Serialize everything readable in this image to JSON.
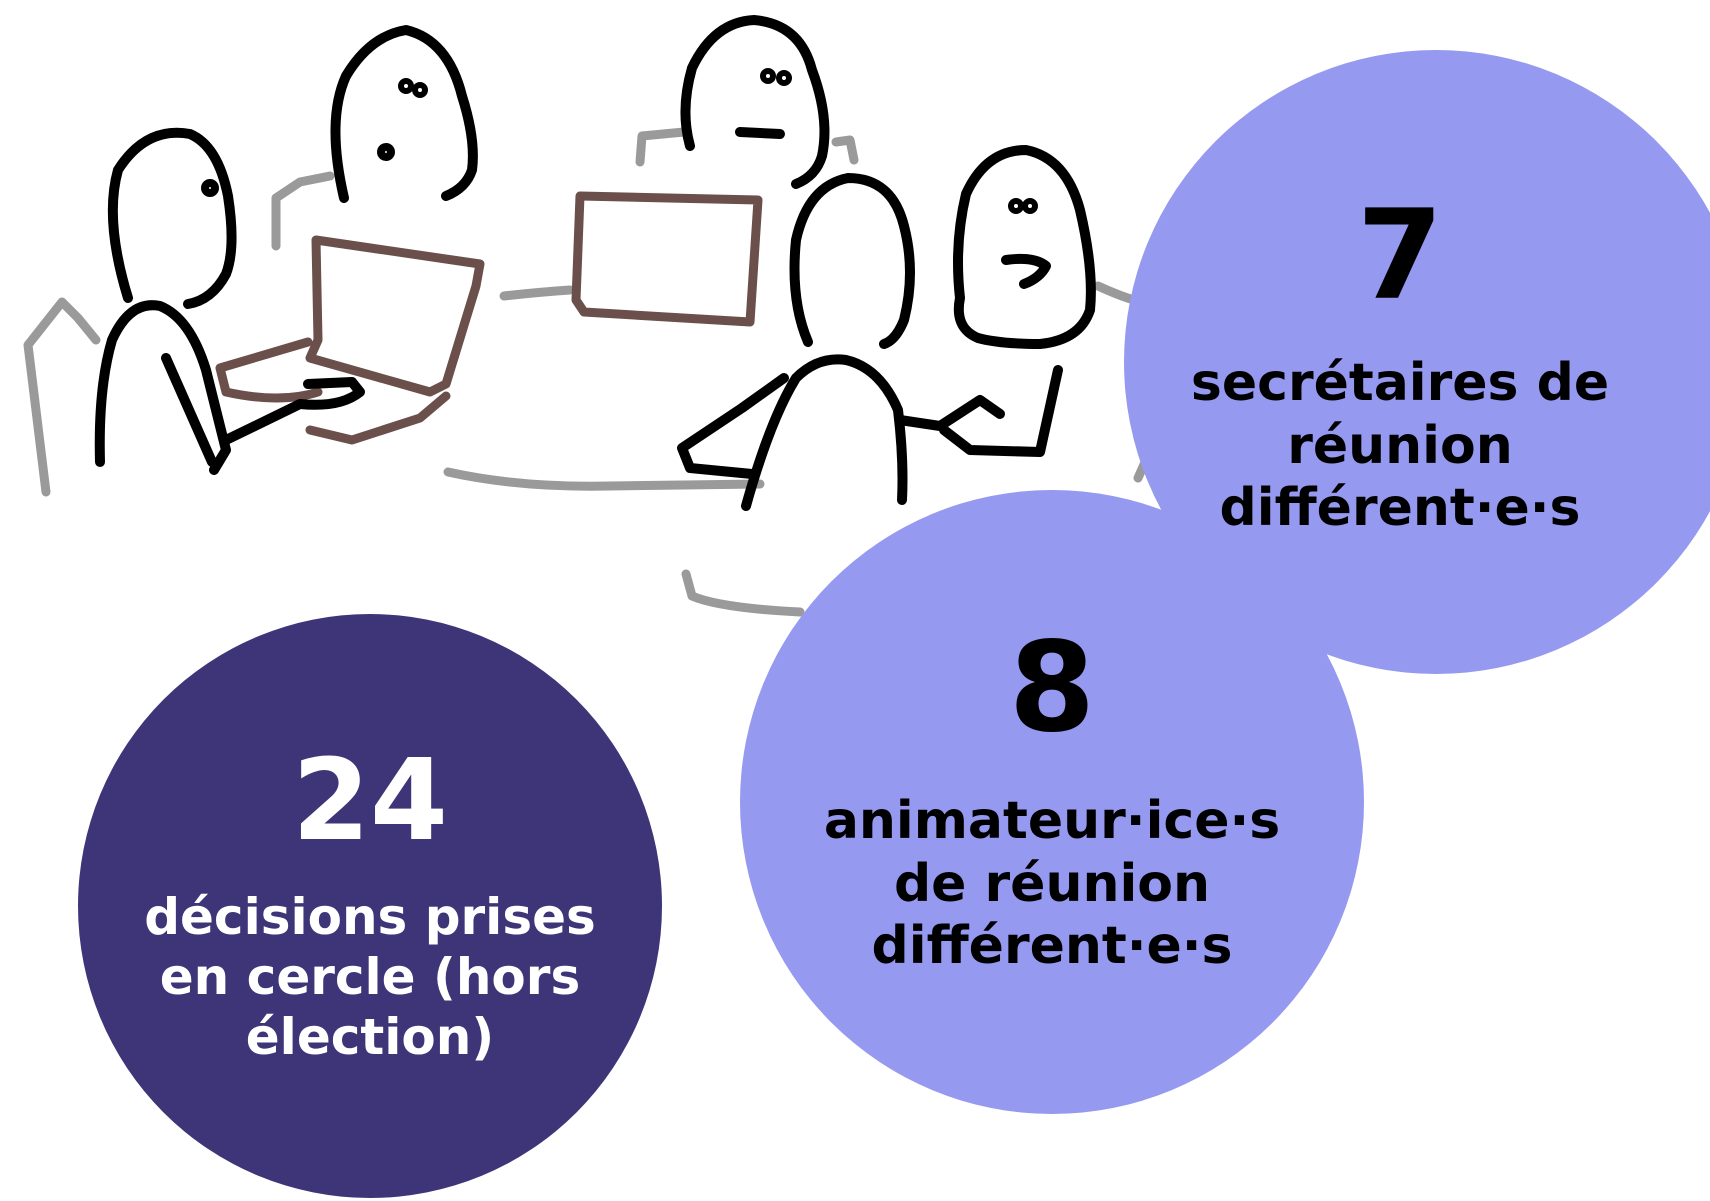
{
  "colors": {
    "light_circle": "#9599f0",
    "dark_circle": "#3e3478",
    "dark_text": "#000000",
    "light_text": "#ffffff",
    "sketch_ink": "#000000",
    "sketch_grey": "#9a9a9a",
    "sketch_brown": "#6b4f4a"
  },
  "illustration": {
    "subject": "meeting-sketch",
    "icons": [
      "person-icon",
      "laptop-icon",
      "table-icon",
      "chair-icon"
    ]
  },
  "stats": {
    "secretaries": {
      "number": "7",
      "lines": [
        "secrétaires de",
        "réunion",
        "différent·e·s"
      ]
    },
    "facilitators": {
      "number": "8",
      "lines": [
        "animateur·ice·s",
        "de réunion",
        "différent·e·s"
      ]
    },
    "decisions": {
      "number": "24",
      "lines": [
        "décisions prises",
        "en cercle (hors",
        "élection)"
      ]
    }
  }
}
